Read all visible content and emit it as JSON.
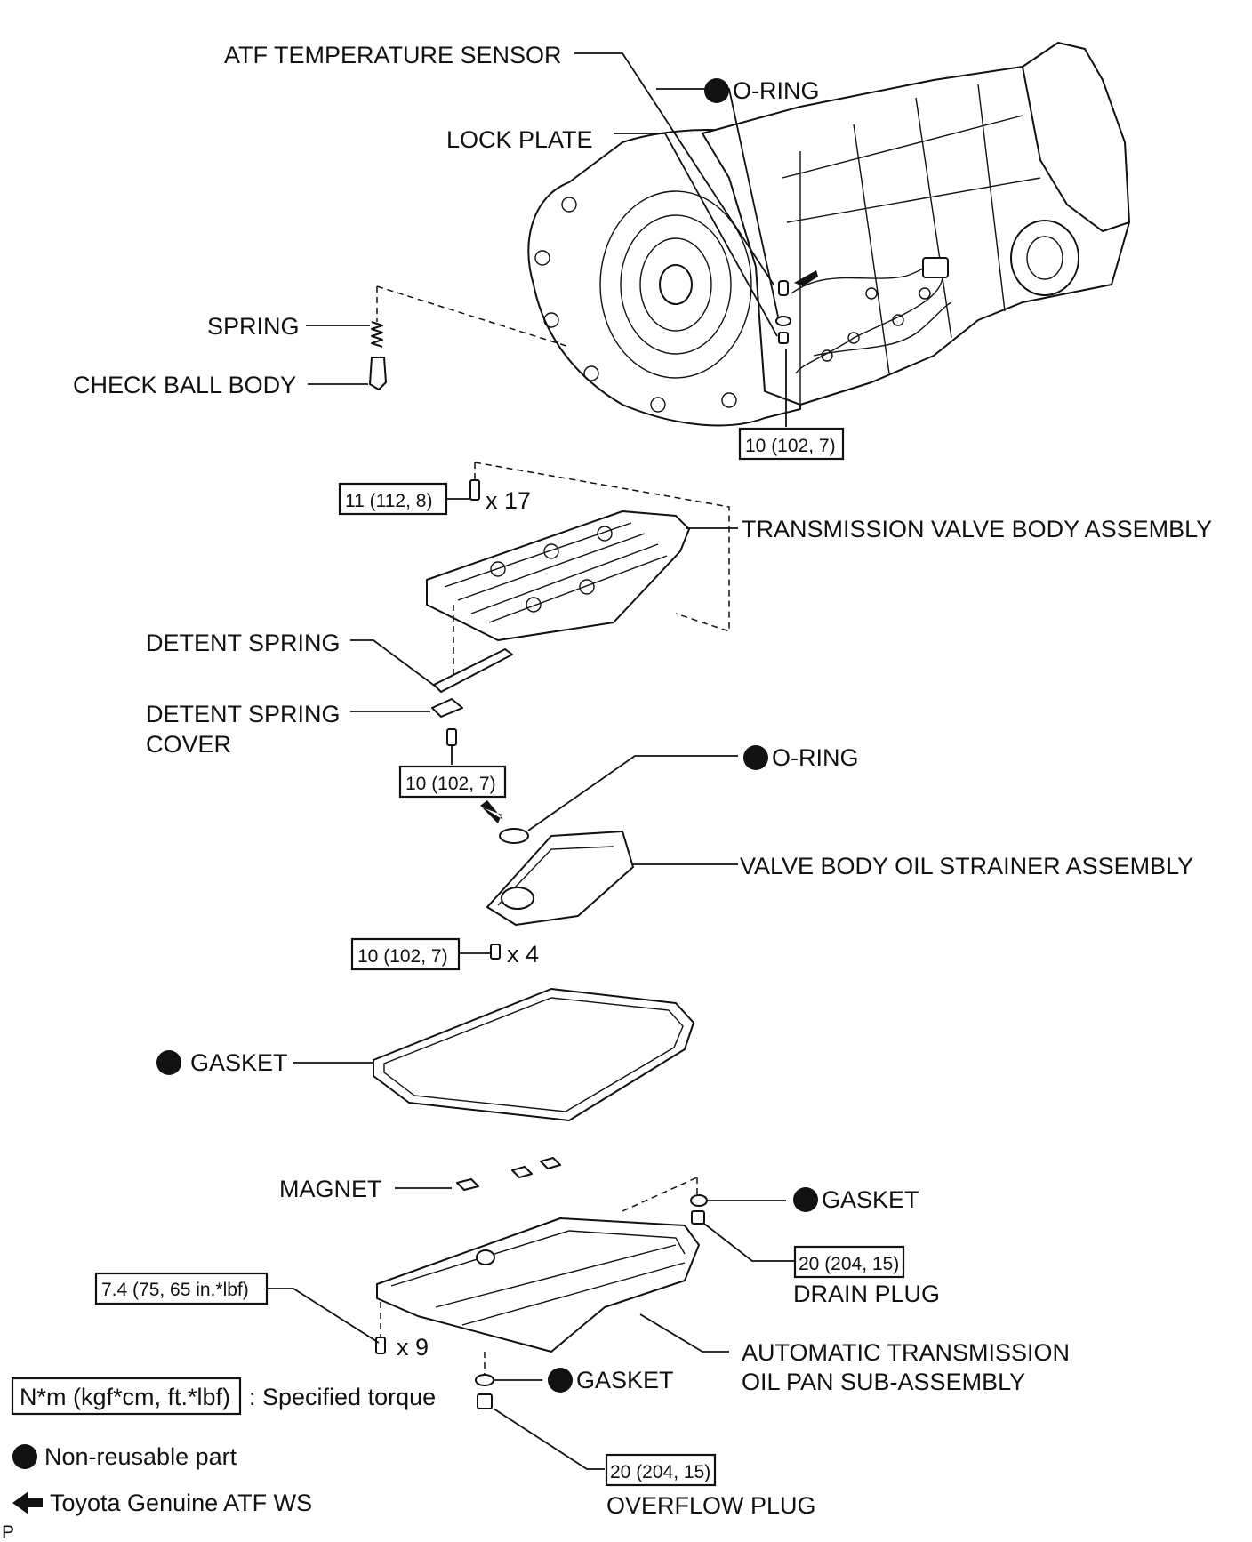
{
  "labels": {
    "atf_temp_sensor": "ATF TEMPERATURE SENSOR",
    "o_ring_top": "O-RING",
    "lock_plate": "LOCK PLATE",
    "spring": "SPRING",
    "check_ball_body": "CHECK BALL BODY",
    "valve_body": "TRANSMISSION VALVE BODY ASSEMBLY",
    "detent_spring": "DETENT SPRING",
    "detent_cover_1": "DETENT SPRING",
    "detent_cover_2": "COVER",
    "o_ring_mid": "O-RING",
    "strainer": "VALVE BODY OIL STRAINER ASSEMBLY",
    "gasket_pan": "GASKET",
    "magnet": "MAGNET",
    "gasket_drain": "GASKET",
    "drain_plug": "DRAIN PLUG",
    "gasket_overflow": "GASKET",
    "oil_pan_1": "AUTOMATIC TRANSMISSION",
    "oil_pan_2": "OIL PAN SUB-ASSEMBLY",
    "overflow_plug": "OVERFLOW PLUG",
    "corner_mark": "P"
  },
  "torques": {
    "sensor_bolt": "10 (102, 7)",
    "valve_body_bolts": "11 (112, 8)",
    "detent_bolt": "10 (102, 7)",
    "strainer_bolts": "10 (102, 7)",
    "drain_plug": "20 (204, 15)",
    "pan_bolts": "7.4 (75, 65 in.*lbf)",
    "overflow_plug": "20 (204, 15)"
  },
  "quantities": {
    "valve_body_bolts": "x 17",
    "strainer_bolts": "x 4",
    "pan_bolts": "x 9"
  },
  "legend": {
    "torque_unit": "N*m (kgf*cm, ft.*lbf)",
    "torque_desc": ": Specified torque",
    "non_reusable": "Non-reusable part",
    "atf": "Toyota Genuine ATF WS"
  }
}
